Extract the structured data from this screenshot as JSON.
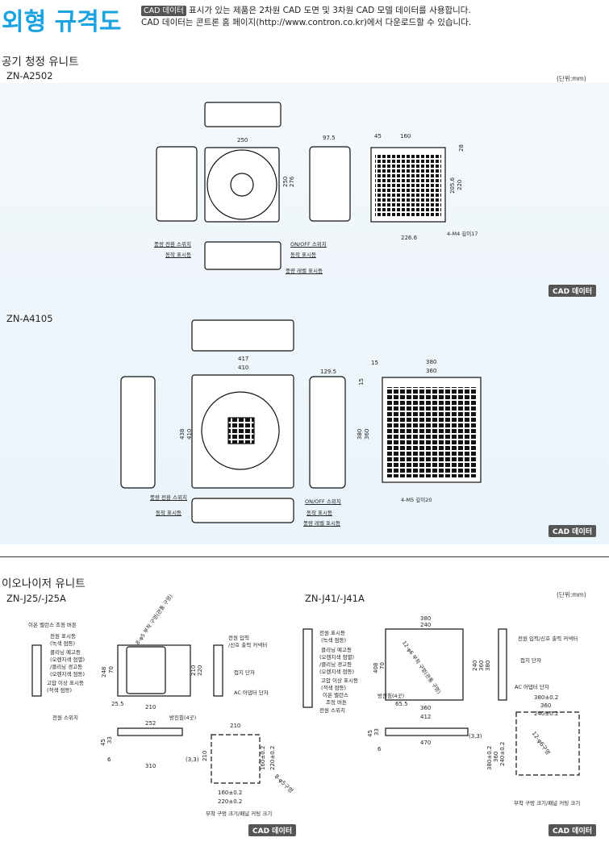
{
  "header": {
    "title": "외형 규격도",
    "badge": "CAD 데이터",
    "line1": "표시가 있는 제품은 2차원 CAD 도면 및 3차원 CAD 모델 데이터를 사용합니다.",
    "line2": "CAD 데이터는 콘트론 홈 페이지(http://www.contron.co.kr)에서 다운로드할 수 있습니다."
  },
  "air": {
    "title": "공기 청정 유니트",
    "unit": "(단위:mm)",
    "cad": "CAD 데이터",
    "a2502": {
      "model": "ZN-A2502",
      "dims": [
        "250",
        "97.5",
        "45",
        "160",
        "28",
        "250",
        "276",
        "205.6",
        "220",
        "226.6"
      ],
      "hole": "4-M4 깊이17",
      "labels": [
        "풍량 전환 스위치",
        "동작 표시등",
        "ON/OFF 스위치",
        "동작 표시등",
        "풍량 레벨 표시등"
      ]
    },
    "a4105": {
      "model": "ZN-A4105",
      "dims": [
        "417",
        "410",
        "129.5",
        "438",
        "410",
        "15",
        "380",
        "360",
        "15",
        "380",
        "360"
      ],
      "hole": "4-M5 깊이20",
      "labels": [
        "풍량 전환 스위치",
        "동작 표시등",
        "ON/OFF 스위치",
        "동작 표시등",
        "풍량 레벨 표시등"
      ]
    }
  },
  "ion": {
    "title": "이오나이저 유니트",
    "unit": "(단위:mm)",
    "cad": "CAD 데이터",
    "j25": {
      "model": "ZN-J25/-J25A",
      "labels": [
        "이온 밸런스 조정 버튼",
        "전원 표시등",
        "(녹색 점등)",
        "클리닝 예고등",
        "(오렌지색 점멸)",
        "/클리닝 경고등",
        "(오렌지색 점등)",
        "고압 이상 표시등",
        "(적색 점등)",
        "전원 스위치",
        "전원 입력",
        "/신호 출력 커넥터",
        "접지 단자",
        "AC 어댑터 단자",
        "방진침(4곳)",
        "8-φ5 부착 구멍(관통 구멍)"
      ],
      "dims": [
        "248",
        "70",
        "210",
        "220",
        "25.5",
        "210",
        "252",
        "45",
        "33",
        "6",
        "310",
        "(3,3)",
        "210",
        "210",
        "160±0.2",
        "220±0.2",
        "160±0.2",
        "220±0.2",
        "8-φ5구멍"
      ],
      "cut": "부착 구멍 크기/패널 커팅 크기"
    },
    "j41": {
      "model": "ZN-J41/-J41A",
      "labels": [
        "전원 표시등",
        "(녹색 점등)",
        "클리닝 예고등",
        "(오렌지색 점멸)",
        "/클리닝 경고등",
        "(오렌지색 점등)",
        "고압 이상 표시등",
        "(적색 점등)",
        "이온 밸런스",
        "조정 버튼",
        "전원 스위치",
        "전원 입력/신호 출력 커넥터",
        "접지 단자",
        "AC 어댑터 단자",
        "방진침(4곳)",
        "12-φ6 부착 구멍(관통 구멍)"
      ],
      "dims": [
        "380",
        "240",
        "408",
        "70",
        "240",
        "360",
        "380",
        "65.5",
        "360",
        "412",
        "45",
        "33",
        "6",
        "470",
        "(3,3)",
        "380±0.2",
        "360",
        "240±0.2",
        "380±0.2",
        "360",
        "240±0.2",
        "12-φ6구멍"
      ],
      "cut": "부착 구멍 크기/패널 커팅 크기"
    }
  }
}
